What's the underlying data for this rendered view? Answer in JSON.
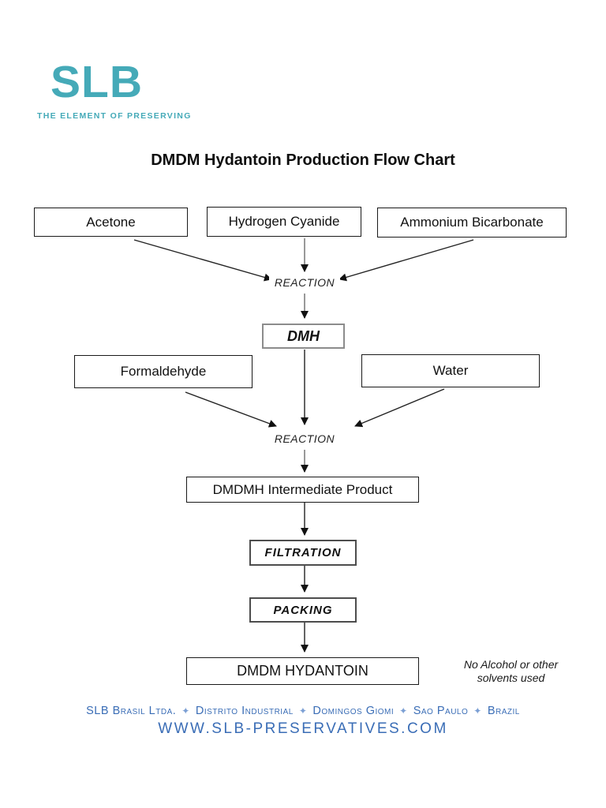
{
  "logo": {
    "text": "SLB",
    "tagline": "THE ELEMENT OF PRESERVING",
    "color": "#45aab8"
  },
  "title": "DMDM Hydantoin Production Flow Chart",
  "flowchart": {
    "nodes": {
      "acetone": "Acetone",
      "hydrogen_cyanide": "Hydrogen Cyanide",
      "ammonium_bicarbonate": "Ammonium Bicarbonate",
      "reaction1": "REACTION",
      "dmh": "DMH",
      "formaldehyde": "Formaldehyde",
      "water": "Water",
      "reaction2": "REACTION",
      "dmdmh": "DMDMH Intermediate Product",
      "filtration": "FILTRATION",
      "packing": "PACKING",
      "dmdm_hydantoin": "DMDM HYDANTOIN"
    },
    "edges": [
      "Acetone -> REACTION",
      "Hydrogen Cyanide -> REACTION",
      "Ammonium Bicarbonate -> REACTION",
      "REACTION -> DMH",
      "Formaldehyde -> REACTION",
      "DMH -> REACTION",
      "Water -> REACTION",
      "REACTION -> DMDMH Intermediate Product",
      "DMDMH Intermediate Product -> FILTRATION",
      "FILTRATION -> PACKING",
      "PACKING -> DMDM HYDANTOIN"
    ]
  },
  "note": {
    "line1": "No Alcohol or other",
    "line2": "solvents used"
  },
  "footer": {
    "company": "SLB Brasil Ltda.",
    "separator": "✦",
    "items": [
      "Distrito Industrial",
      "Domingos Giomi",
      "Sao Paulo",
      "Brazil"
    ],
    "website": "WWW.SLB-PRESERVATIVES.COM",
    "color": "#3a6db6"
  }
}
